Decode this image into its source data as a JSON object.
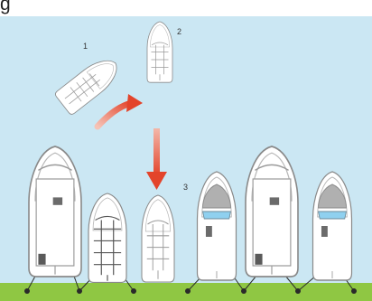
{
  "header": {
    "text": "g"
  },
  "diagram": {
    "step_labels": [
      "1",
      "2",
      "3"
    ],
    "colors": {
      "sky": "#cbe7f3",
      "grass": "#8fc743",
      "arrow": "#e3442b",
      "hull": "#ffffff",
      "hull_outline": "#8a8a8a",
      "canopy_dark": "#b0b0b0",
      "window_blue": "#8fd0ef",
      "cleat": "#2a2a2a"
    },
    "boats": [
      {
        "name": "boat-turning",
        "icon": "boat-icon"
      },
      {
        "name": "boat-aligned",
        "icon": "boat-icon"
      },
      {
        "name": "boat-docked-large-left",
        "icon": "boat-icon"
      },
      {
        "name": "boat-docked-small-left",
        "icon": "boat-icon"
      },
      {
        "name": "boat-entering-slip",
        "icon": "boat-icon"
      },
      {
        "name": "boat-docked-blue-1",
        "icon": "boat-icon"
      },
      {
        "name": "boat-docked-large-right",
        "icon": "boat-icon"
      },
      {
        "name": "boat-docked-blue-2",
        "icon": "boat-icon"
      }
    ]
  }
}
